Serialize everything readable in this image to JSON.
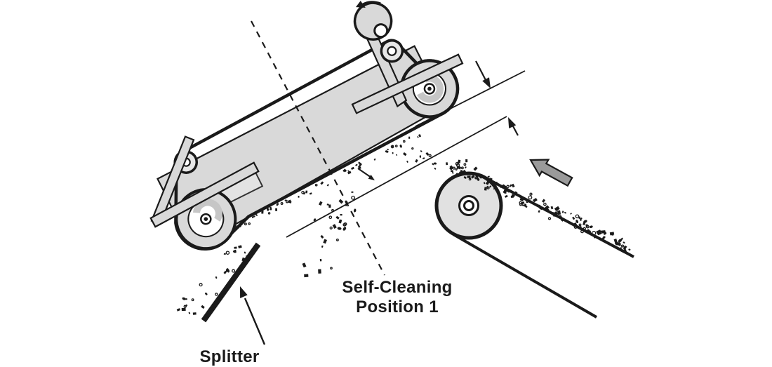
{
  "theme": {
    "paper": "#ffffff",
    "ink": "#1a1a1a",
    "steel": "#d9d9d9",
    "steelLight": "#e6e6e6",
    "arrowGray": "#9a9a9a",
    "hubGray": "#c6c6c6"
  },
  "labels": {
    "self_cleaning_line1": "Self-Cleaning",
    "self_cleaning_line2": "Position 1",
    "splitter": "Splitter"
  }
}
